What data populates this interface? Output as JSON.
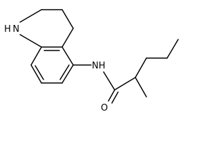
{
  "molecule": {
    "atoms": {
      "ring_nh": "H N",
      "amide_nh": "NH",
      "carbonyl_o": "O"
    },
    "colors": {
      "bond": "#000000",
      "label": "#000000",
      "background": "#ffffff"
    }
  }
}
